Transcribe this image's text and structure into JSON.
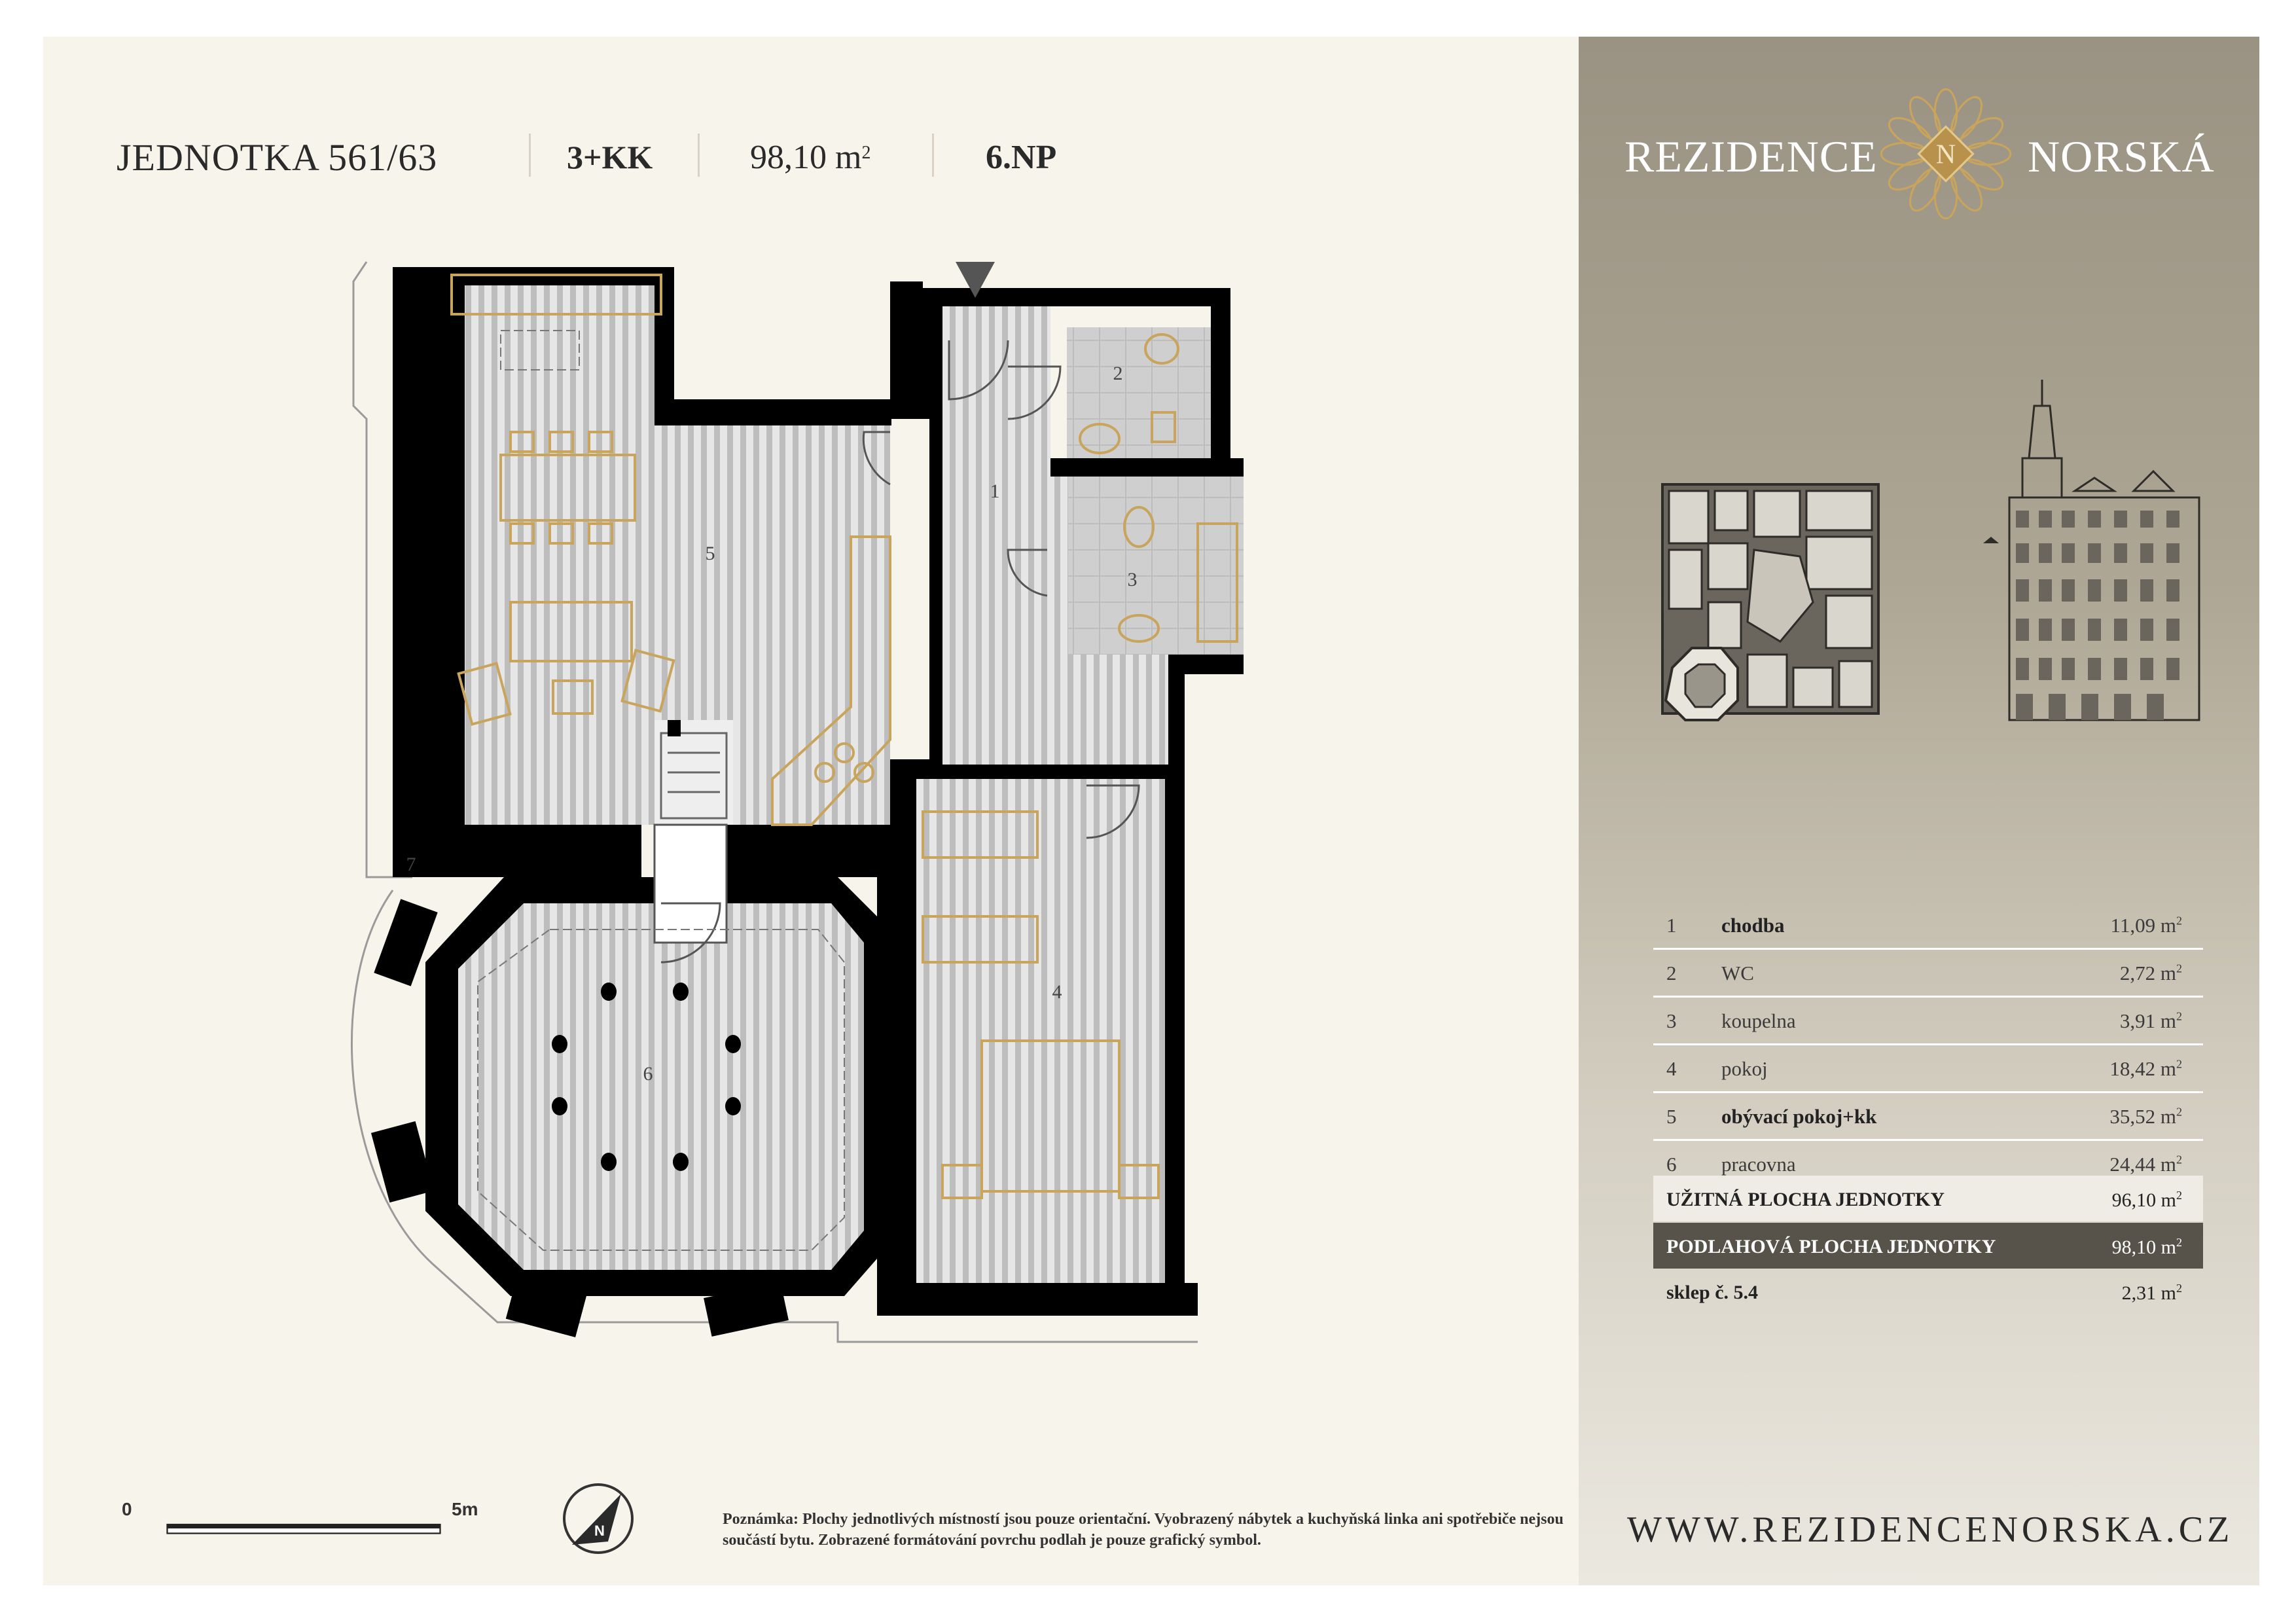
{
  "header": {
    "unit_title": "JEDNOTKA 561/63",
    "layout": "3+KK",
    "area_value": "98,10 m",
    "area_sup": "2",
    "floor": "6.NP"
  },
  "brand": {
    "left": "REZIDENCE",
    "right": "NORSKÁ",
    "logo_letter": "N"
  },
  "plan_labels": {
    "r1": "1",
    "r2": "2",
    "r3": "3",
    "r4": "4",
    "r5": "5",
    "r6": "6",
    "r7": "7"
  },
  "rooms": [
    {
      "num": "1",
      "label": "chodba",
      "area": "11,09 m",
      "sup": "2",
      "bold": true
    },
    {
      "num": "2",
      "label": "WC",
      "area": "2,72 m",
      "sup": "2",
      "bold": false
    },
    {
      "num": "3",
      "label": "koupelna",
      "area": "3,91 m",
      "sup": "2",
      "bold": false
    },
    {
      "num": "4",
      "label": "pokoj",
      "area": "18,42 m",
      "sup": "2",
      "bold": false
    },
    {
      "num": "5",
      "label": "obývací pokoj+kk",
      "area": "35,52 m",
      "sup": "2",
      "bold": true
    },
    {
      "num": "6",
      "label": "pracovna",
      "area": "24,44 m",
      "sup": "2",
      "bold": false
    }
  ],
  "totals": {
    "usable_label": "UŽITNÁ PLOCHA JEDNOTKY",
    "usable_value": "96,10 m",
    "floor_label": "PODLAHOVÁ PLOCHA JEDNOTKY",
    "floor_value": "98,10 m",
    "sup": "2"
  },
  "cellar": {
    "label": "sklep č. 5.4",
    "value": "2,31 m",
    "sup": "2"
  },
  "scale": {
    "start": "0",
    "end": "5m"
  },
  "north_letter": "N",
  "note": "Poznámka: Plochy jednotlivých místností jsou pouze orientační. Vyobrazený nábytek a kuchyňská linka ani spotřebiče nejsou součástí bytu. Zobrazené formátování povrchu podlah je pouze grafický symbol.",
  "url": "WWW.REZIDENCENORSKA.CZ",
  "colors": {
    "gold": "#c8a45c",
    "wall": "#000000",
    "floor": "#bdbdbd",
    "panel_dark": "#57524a"
  }
}
